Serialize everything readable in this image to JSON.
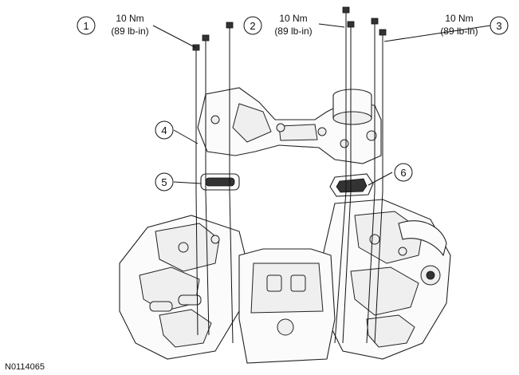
{
  "callouts": [
    {
      "number": "1",
      "torque": "10 Nm",
      "torque_alt": "(89 lb-in)"
    },
    {
      "number": "2",
      "torque": "10 Nm",
      "torque_alt": "(89 lb-in)"
    },
    {
      "number": "3",
      "torque": "10 Nm",
      "torque_alt": "(89 lb-in)"
    },
    {
      "number": "4"
    },
    {
      "number": "5"
    },
    {
      "number": "6"
    }
  ],
  "figure_id": "N0114065"
}
